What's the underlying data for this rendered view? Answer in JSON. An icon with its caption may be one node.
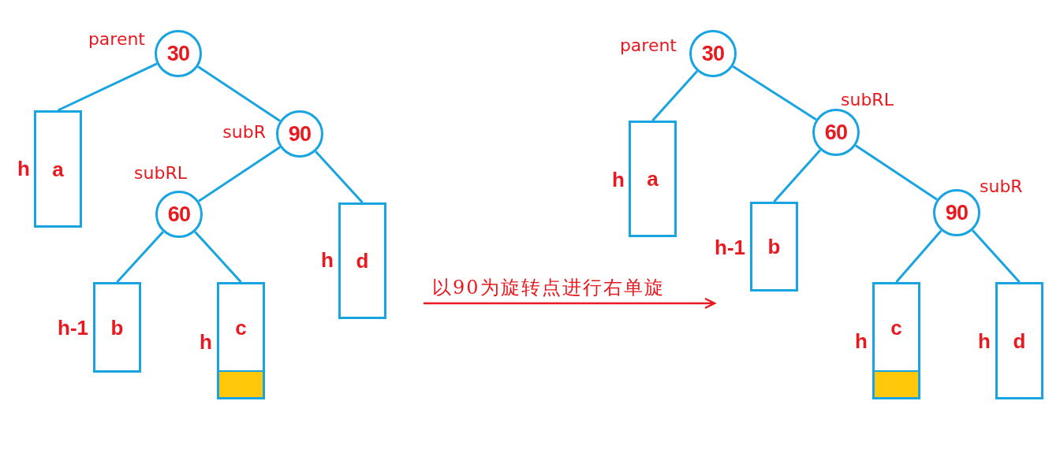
{
  "diagram": {
    "nodes": [
      {
        "text": [
          "30"
        ],
        "beside": [
          "parent"
        ]
      },
      {
        "text": [
          "a"
        ],
        "beside": [
          "h"
        ]
      },
      {
        "text": [
          "90"
        ],
        "beside": [
          "subR"
        ]
      },
      {
        "text": [
          "60"
        ],
        "beside": [
          "subRL"
        ]
      },
      {
        "text": [
          "b"
        ],
        "beside": [
          "h-1"
        ]
      },
      {
        "text": [
          "c"
        ],
        "beside": [
          "h"
        ]
      },
      {
        "text": [],
        "shape": "box",
        "in": 5
      },
      {
        "text": [
          "d"
        ],
        "beside": [
          "h"
        ]
      },
      {
        "text": [
          "30"
        ],
        "beside": [
          "parent"
        ]
      },
      {
        "text": [
          "a"
        ],
        "beside": [
          "h"
        ]
      },
      {
        "text": [
          "60"
        ],
        "beside": [
          "subRL"
        ]
      },
      {
        "text": [
          "b"
        ],
        "beside": [
          "h-1"
        ]
      },
      {
        "text": [
          "90"
        ],
        "beside": [
          "subR"
        ]
      },
      {
        "text": [
          "c"
        ],
        "beside": [
          "h"
        ]
      },
      {
        "text": [],
        "shape": "box",
        "in": 13
      },
      {
        "text": [
          "d"
        ],
        "beside": [
          "h"
        ]
      }
    ],
    "edges": [
      {
        "from": 0,
        "to": 1,
        "arrow": "none"
      },
      {
        "from": 0,
        "to": 2,
        "arrow": "none"
      },
      {
        "from": 2,
        "to": 3,
        "arrow": "none"
      },
      {
        "from": 2,
        "to": 7,
        "arrow": "none"
      },
      {
        "from": 3,
        "to": 4,
        "arrow": "none"
      },
      {
        "from": 3,
        "to": 5,
        "arrow": "none"
      },
      {
        "from": 8,
        "to": 9,
        "arrow": "none"
      },
      {
        "from": 8,
        "to": 10,
        "arrow": "none"
      },
      {
        "from": 10,
        "to": 11,
        "arrow": "none"
      },
      {
        "from": 10,
        "to": 12,
        "arrow": "none"
      },
      {
        "from": 12,
        "to": 13,
        "arrow": "none"
      },
      {
        "from": 12,
        "to": 15,
        "arrow": "none"
      }
    ],
    "labels": [
      "以90为旋转点进行右单旋"
    ]
  }
}
